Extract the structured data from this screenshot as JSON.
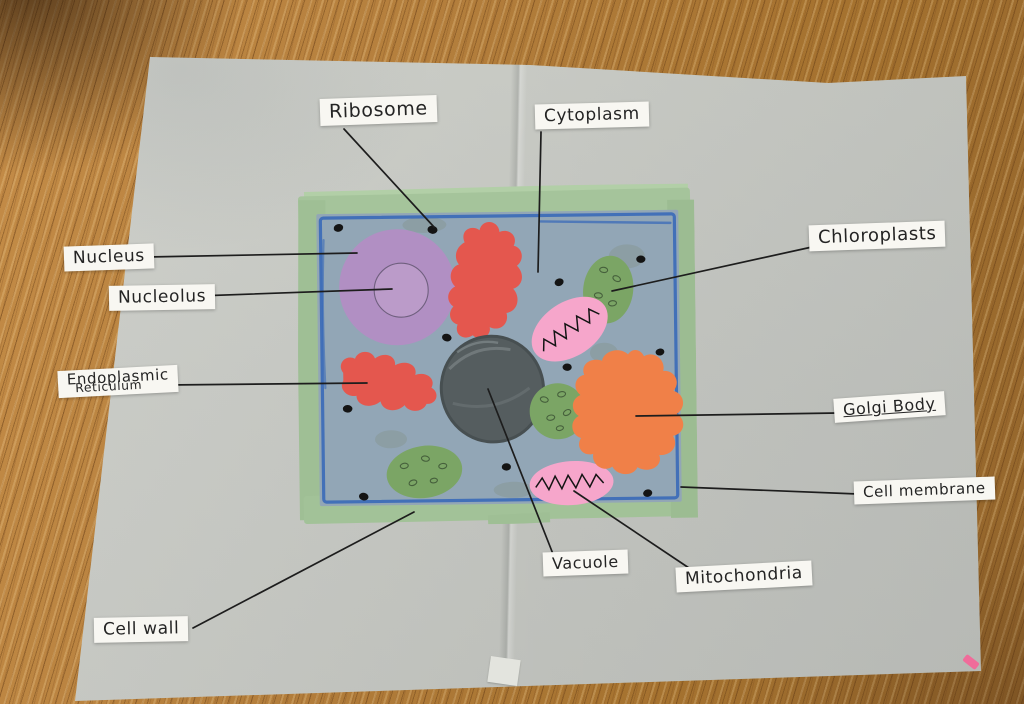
{
  "scene_title": "Handmade plant cell paper model",
  "labels": {
    "ribosome": "Ribosome",
    "cytoplasm": "Cytoplasm",
    "chloroplasts": "Chloroplasts",
    "nucleus": "Nucleus",
    "nucleolus": "Nucleolus",
    "endoplasmic_line1": "Endoplasmic",
    "endoplasmic_line2": "Reticulum",
    "golgi_body": "Golgi Body",
    "cell_membrane": "Cell membrane",
    "vacuole": "Vacuole",
    "mitochondria": "Mitochondria",
    "cell_wall": "Cell wall"
  },
  "colors": {
    "wood": "#b27d3b",
    "poster": "#c6c8c3",
    "cell_wall_green": "#a5c49b",
    "cell_membrane_blue": "#3a6ab8",
    "cytoplasm_paper": "#92a6b6",
    "nucleus_purple": "#b18fc3",
    "nucleolus_purple": "#bb9bc9",
    "er_red": "#e4574e",
    "vacuole_grey": "#555d5f",
    "chloroplast_green": "#7ba565",
    "mitochondria_pink": "#f6a6cb",
    "golgi_orange": "#f08048",
    "ribosome_black": "#141414",
    "label_paper": "#f8f7f2",
    "leader_line": "#1d1d1d"
  },
  "diagram": {
    "type": "plant-cell-collage-photo",
    "parts": [
      {
        "name": "Cell wall",
        "color": "#a5c49b",
        "count": 1
      },
      {
        "name": "Cell membrane",
        "color": "#3a6ab8",
        "count": 1
      },
      {
        "name": "Cytoplasm",
        "color": "#92a6b6",
        "count": 1
      },
      {
        "name": "Nucleus",
        "color": "#b18fc3",
        "count": 1
      },
      {
        "name": "Nucleolus",
        "color": "#bb9bc9",
        "count": 1
      },
      {
        "name": "Ribosome",
        "color": "#141414",
        "count": 11
      },
      {
        "name": "Endoplasmic Reticulum",
        "color": "#e4574e",
        "count": 2
      },
      {
        "name": "Vacuole",
        "color": "#555d5f",
        "count": 1
      },
      {
        "name": "Chloroplasts",
        "color": "#7ba565",
        "count": 3
      },
      {
        "name": "Mitochondria",
        "color": "#f6a6cb",
        "count": 2
      },
      {
        "name": "Golgi Body",
        "color": "#f08048",
        "count": 1
      }
    ]
  }
}
